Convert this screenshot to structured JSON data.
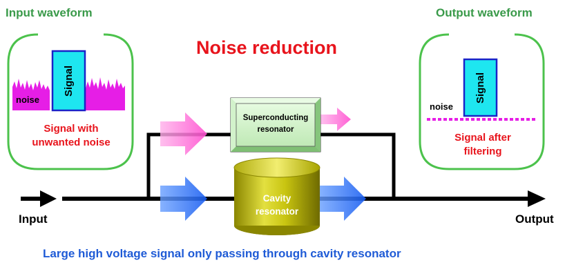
{
  "title": "Noise reduction",
  "input_waveform": {
    "heading": "Input waveform",
    "signal_label": "Signal",
    "noise_label": "noise",
    "caption_line1": "Signal with",
    "caption_line2": "unwanted noise"
  },
  "output_waveform": {
    "heading": "Output waveform",
    "signal_label": "Signal",
    "noise_label": "noise",
    "caption_line1": "Signal after",
    "caption_line2": "filtering"
  },
  "superconducting_resonator": {
    "line1": "Superconducting",
    "line2": "resonator"
  },
  "cavity_resonator": {
    "line1": "Cavity",
    "line2": "resonator"
  },
  "input_label": "Input",
  "output_label": "Output",
  "footer": "Large high voltage signal only passing through cavity resonator",
  "colors": {
    "title_red": "#e8141c",
    "heading_green": "#3a9a4a",
    "footer_blue": "#1f5bd6",
    "frame_green": "#4cc24c",
    "noise_magenta": "#e61ee6",
    "signal_cyan": "#1ee6f0",
    "signal_border_blue": "#1a22c8",
    "arrow_pink": "#ff6fd8",
    "arrow_blue": "#2a6ef0",
    "resonator_green": "#c8f0c0",
    "cavity_olive": "#b8b400"
  },
  "icons": [
    "arrow-right-icon"
  ]
}
